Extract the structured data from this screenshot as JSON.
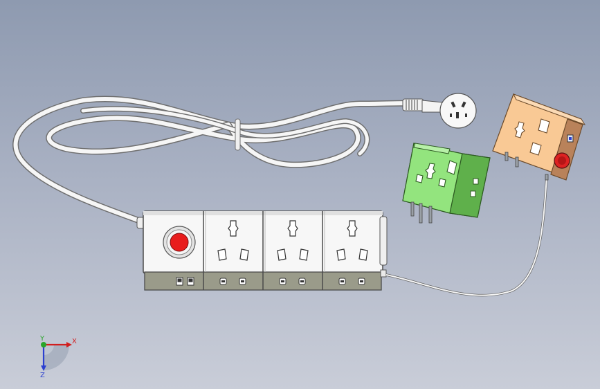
{
  "colors": {
    "cable": "#f4f4f4",
    "body": "#f6f6f6",
    "base": "#9a9a88",
    "button": "#e81c1c",
    "adapter_green": "#8fe07a",
    "adapter_orange": "#f7c08e",
    "axis_x": "#d11f1f",
    "axis_y": "#2aa52a",
    "axis_z": "#2b3fd0"
  },
  "axes": {
    "x_label": "X",
    "y_label": "Y",
    "z_label": "Z"
  },
  "icons": [
    "power-button-icon",
    "usb-port-icon",
    "outlet-icon",
    "plug-icon",
    "axis-triad-icon"
  ]
}
